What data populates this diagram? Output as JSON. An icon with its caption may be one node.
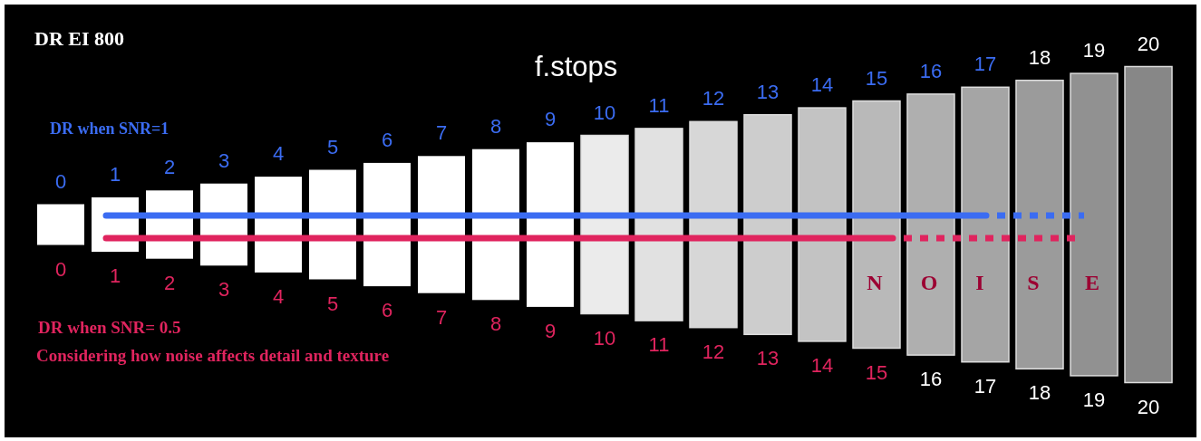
{
  "diagram": {
    "title": "DR EI 800",
    "labels": [
      "f.stops",
      "DR when SNR=1",
      "0",
      "1",
      "2",
      "3",
      "4",
      "5",
      "6",
      "7",
      "8",
      "9",
      "10",
      "11",
      "12",
      "13",
      "14",
      "15",
      "16",
      "17",
      "18",
      "19",
      "20",
      "N",
      "O",
      "I",
      "S",
      "E",
      "0",
      "1",
      "2",
      "3",
      "4",
      "5",
      "6",
      "7",
      "8",
      "9",
      "10",
      "11",
      "12",
      "13",
      "14",
      "15",
      "16",
      "17",
      "18",
      "19",
      "20",
      "DR when SNR= 0.5",
      "Considering how noise affects detail and texture"
    ]
  }
}
